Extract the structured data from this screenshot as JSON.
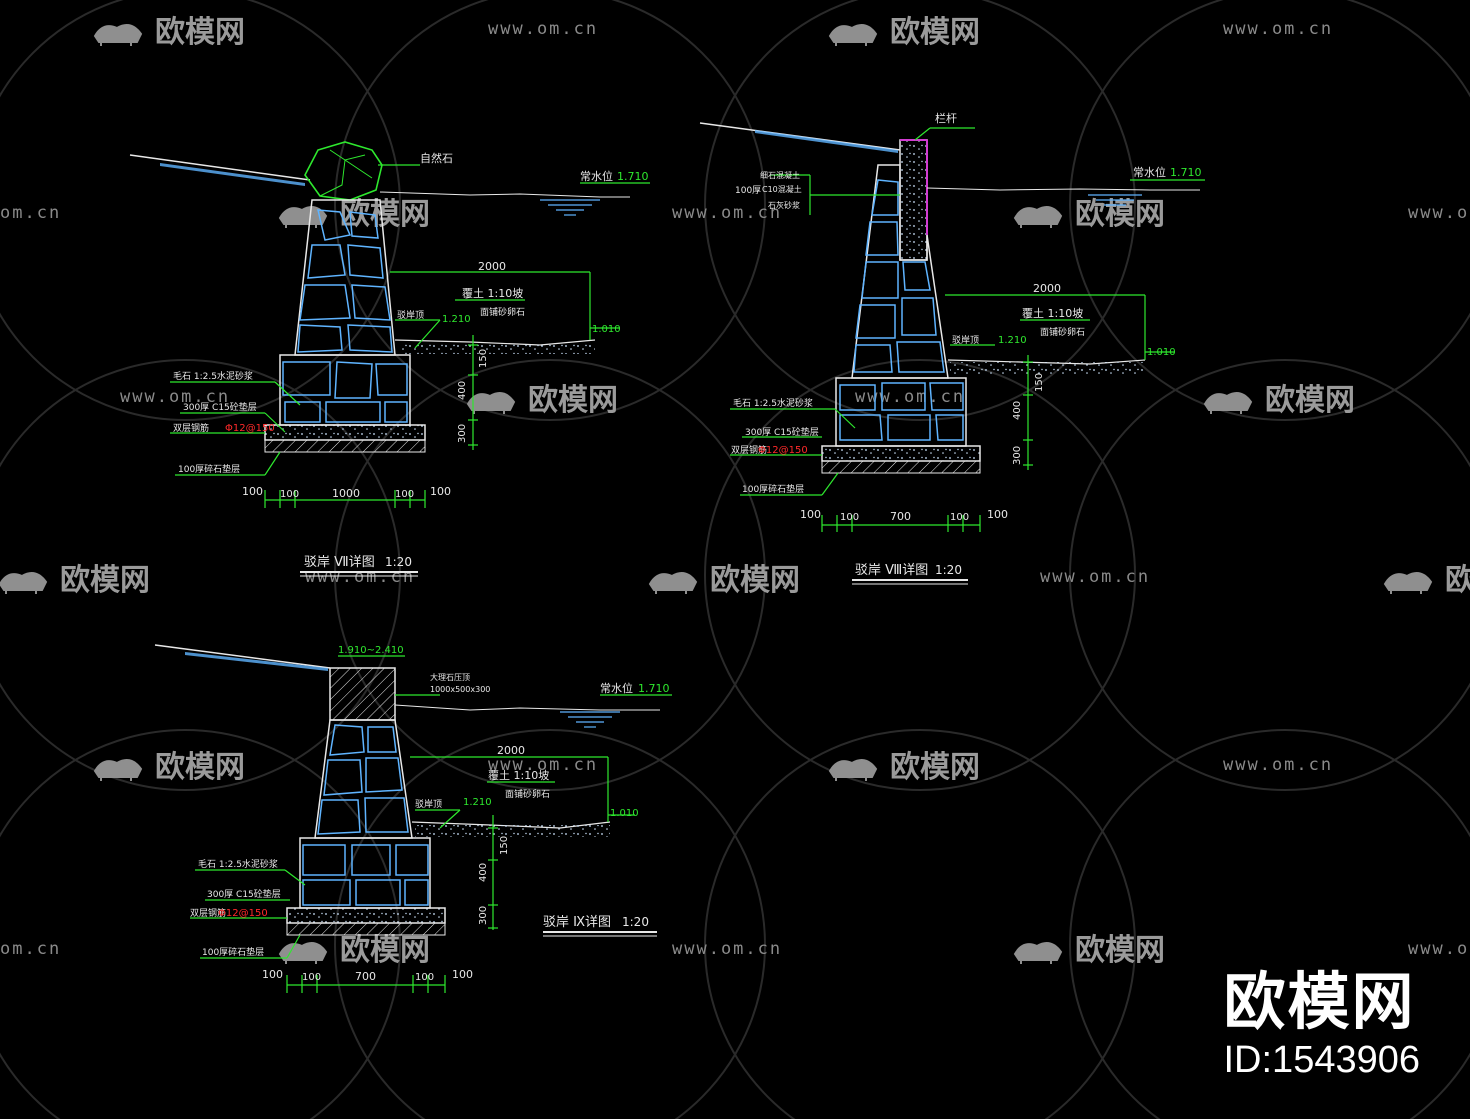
{
  "watermark": {
    "brand": "欧模网",
    "url": "www.om.cn",
    "url_partial": "om.cn"
  },
  "colors": {
    "background": "#000000",
    "stone_outline": "#5fb4ff",
    "annotation_green": "#2ee82e",
    "text_white": "#e8e8e8",
    "rebar_red": "#ff2a2a",
    "magenta_edge": "#d23cd2"
  },
  "sections": [
    {
      "title": "驳岸 Ⅶ详图",
      "scale": "1:20",
      "water_level": "常水位",
      "water_level_value": "1.710",
      "top_label": "自然石",
      "slope_label": "覆土 1:10坡",
      "slope_width": "2000",
      "bank_label": "驳岸顶",
      "bank_elev": "1.210",
      "sand_label": "面铺砂卵石",
      "bottom_elev": "1.010",
      "dim_vert": [
        "150",
        "400",
        "300"
      ],
      "dim_horiz": [
        "100",
        "100",
        "1000",
        "100",
        "100"
      ],
      "notes": [
        "毛石 1:2.5水泥砂浆",
        "300厚 C15砼垫层",
        "双层钢筋",
        "100厚碎石垫层"
      ],
      "rebar": "Φ12@150"
    },
    {
      "title": "驳岸 Ⅷ详图",
      "scale": "1:20",
      "water_level": "常水位",
      "water_level_value": "1.710",
      "top_label": "栏杆",
      "notes_top": [
        "细石混凝土",
        "C10混凝土",
        "石灰砂浆"
      ],
      "thickness": "100厚",
      "slope_label": "覆土 1:10坡",
      "slope_width": "2000",
      "bank_label": "驳岸顶",
      "bank_elev": "1.210",
      "sand_label": "面铺砂卵石",
      "bottom_elev": "1.010",
      "dim_vert": [
        "150",
        "400",
        "300"
      ],
      "dim_horiz": [
        "100",
        "100",
        "700",
        "100",
        "100"
      ],
      "notes": [
        "毛石 1:2.5水泥砂浆",
        "300厚 C15砼垫层",
        "双层钢筋",
        "100厚碎石垫层"
      ],
      "rebar": "Φ12@150"
    },
    {
      "title": "驳岸 Ⅸ详图",
      "scale": "1:20",
      "water_level": "常水位",
      "water_level_value": "1.710",
      "top_elev": "1.910~2.410",
      "cap_label": "大理石压顶",
      "cap_size": "1000x500x300",
      "slope_label": "覆土 1:10坡",
      "slope_width": "2000",
      "bank_label": "驳岸顶",
      "bank_elev": "1.210",
      "sand_label": "面铺砂卵石",
      "bottom_elev": "1.010",
      "dim_vert": [
        "150",
        "400",
        "300"
      ],
      "dim_horiz": [
        "100",
        "100",
        "700",
        "100",
        "100"
      ],
      "notes": [
        "毛石 1:2.5水泥砂浆",
        "300厚 C15砼垫层",
        "双层钢筋",
        "100厚碎石垫层"
      ],
      "rebar": "Φ12@150"
    }
  ],
  "corner_brand": {
    "name": "欧模网",
    "id": "ID:1543906"
  }
}
